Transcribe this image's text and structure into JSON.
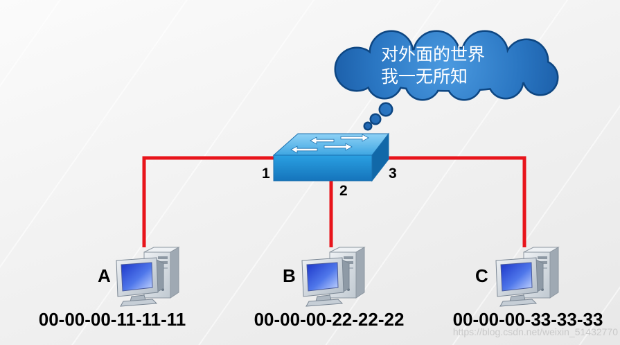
{
  "diagram": {
    "cloud_text": [
      "对外面的世界",
      "我一无所知"
    ],
    "switch": {
      "icon": "network-switch-icon",
      "ports": [
        "1",
        "2",
        "3"
      ]
    },
    "hosts": [
      {
        "label": "A",
        "mac": "00-00-00-11-11-11",
        "icon": "desktop-computer-icon"
      },
      {
        "label": "B",
        "mac": "00-00-00-22-22-22",
        "icon": "desktop-computer-icon"
      },
      {
        "label": "C",
        "mac": "00-00-00-33-33-33",
        "icon": "desktop-computer-icon"
      }
    ],
    "cloud_icon": "thought-cloud-icon",
    "colors": {
      "link": "#e8141b",
      "switch": "#1e8fd6",
      "cloud": "#2a76c2",
      "cloud_text": "#ffffff"
    }
  },
  "watermark": "https://blog.csdn.net/weixin_51432770"
}
